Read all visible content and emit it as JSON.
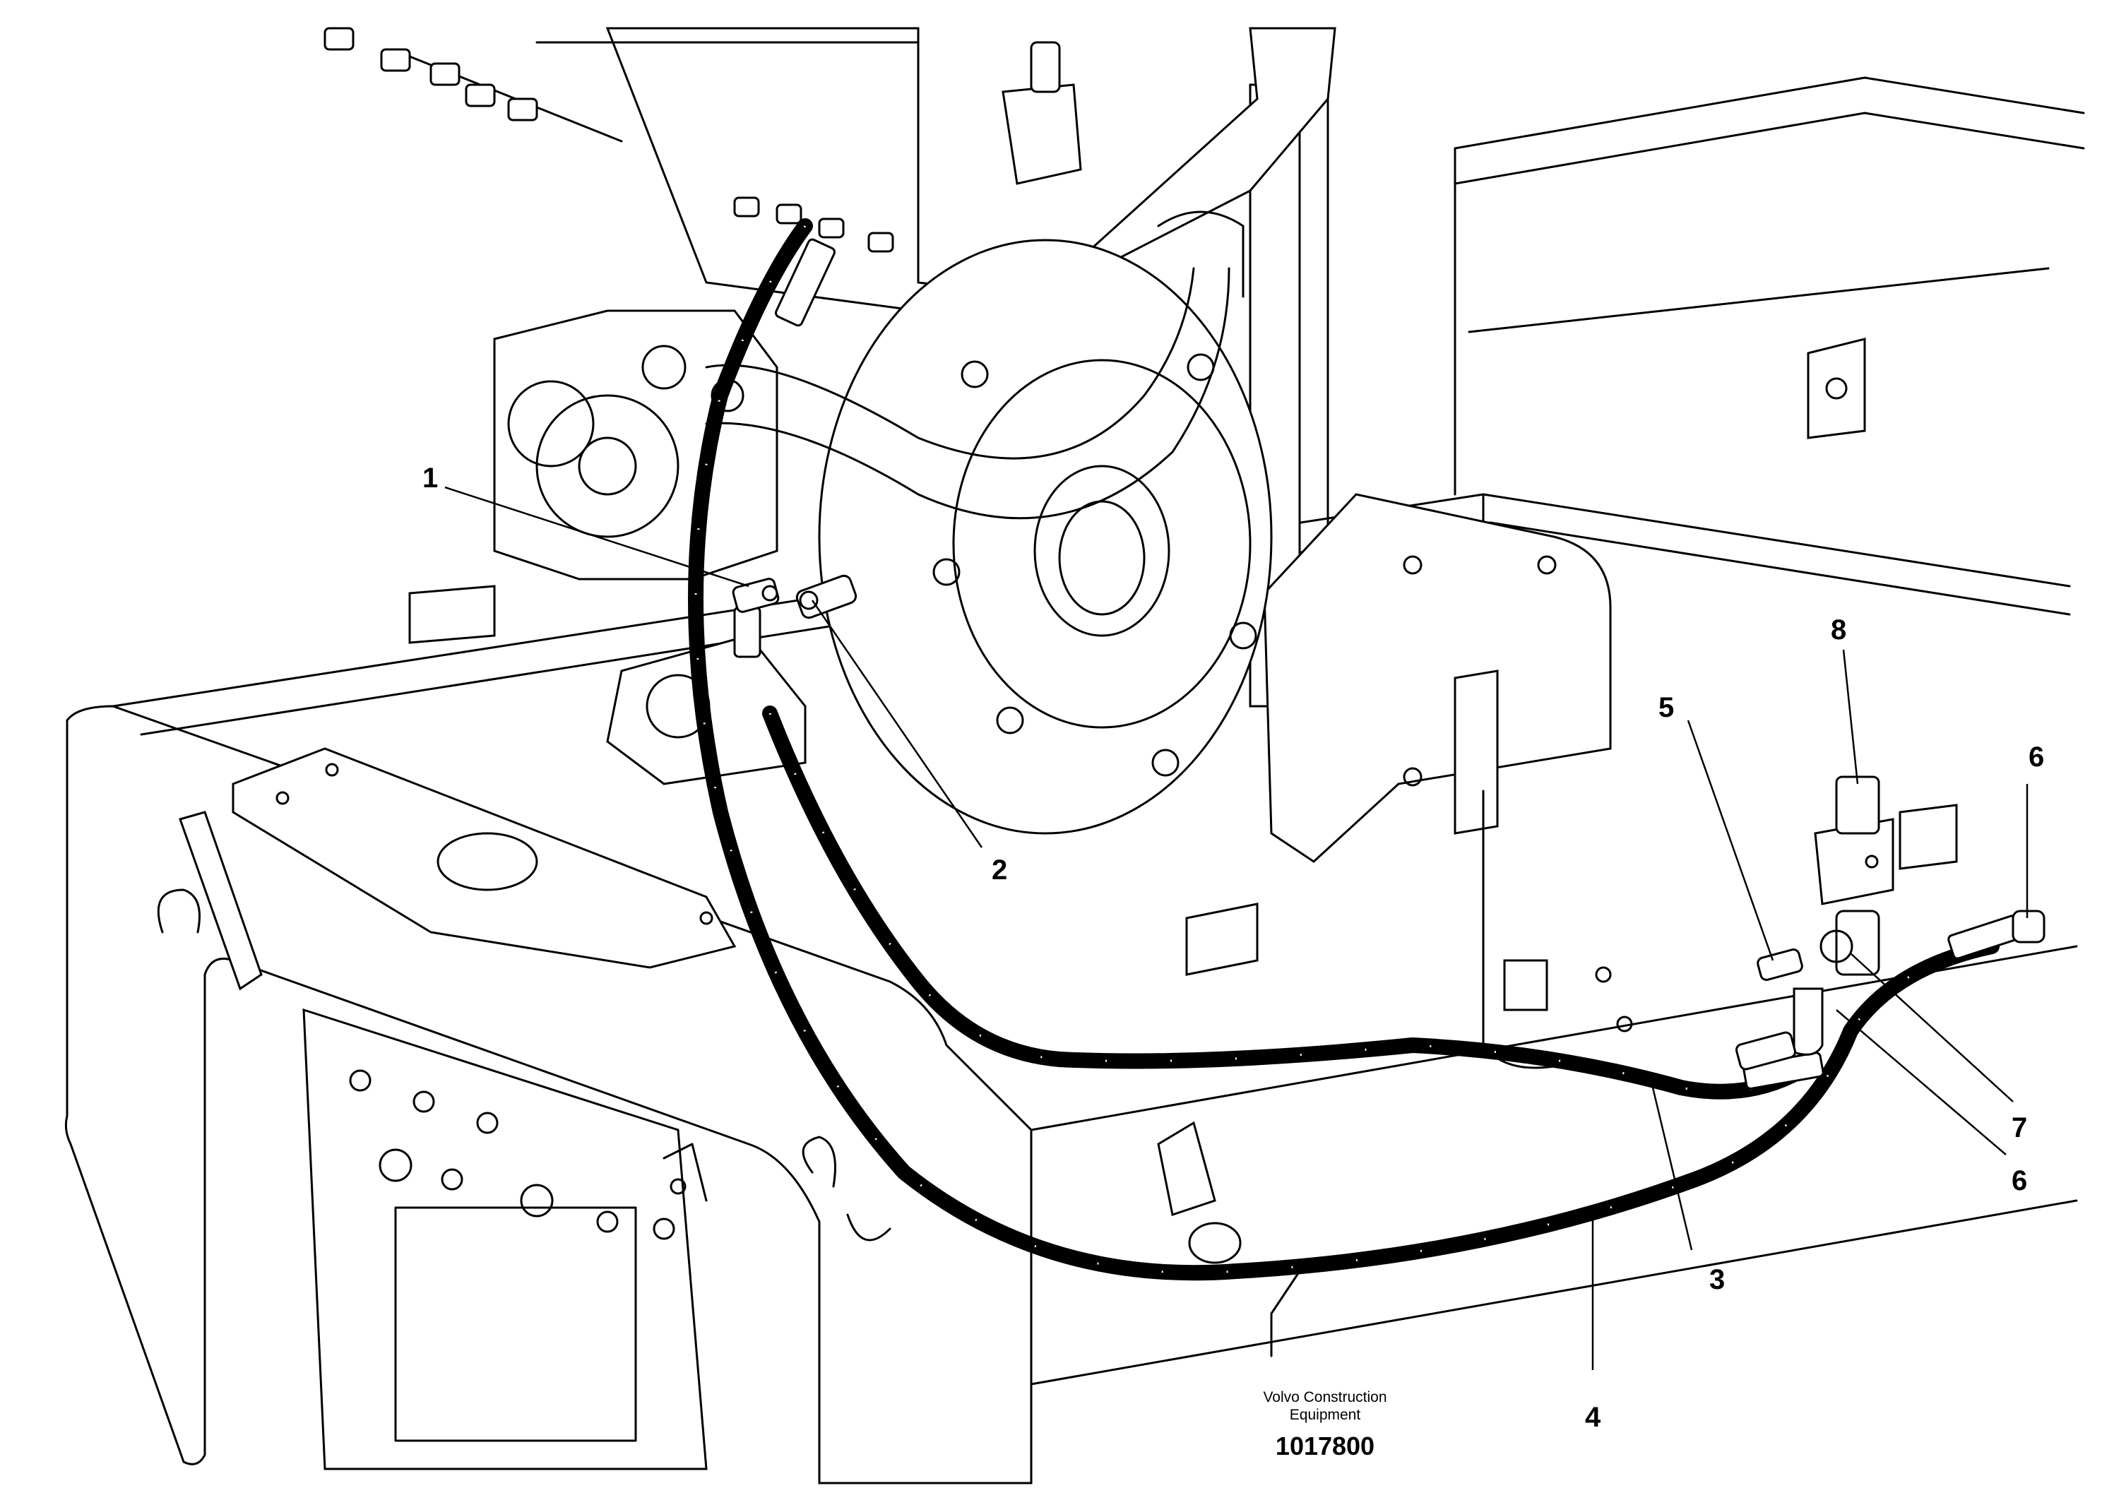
{
  "callouts": [
    {
      "id": "1",
      "label": "1"
    },
    {
      "id": "2",
      "label": "2"
    },
    {
      "id": "3",
      "label": "3"
    },
    {
      "id": "4",
      "label": "4"
    },
    {
      "id": "5",
      "label": "5"
    },
    {
      "id": "6a",
      "label": "6"
    },
    {
      "id": "6b",
      "label": "6"
    },
    {
      "id": "7",
      "label": "7"
    },
    {
      "id": "8",
      "label": "8"
    }
  ],
  "caption": {
    "line1": "Volvo Construction",
    "line2": "Equipment",
    "doc_number": "1017800"
  }
}
